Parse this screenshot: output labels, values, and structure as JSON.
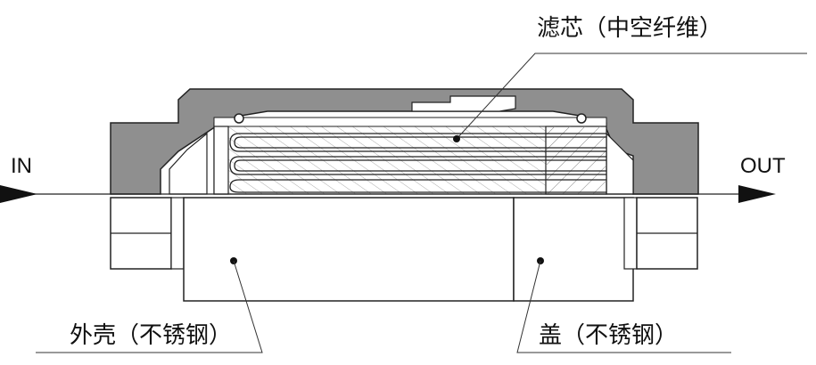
{
  "labels": {
    "filter_core": "滤芯（中空纤维）",
    "housing": "外壳（不锈钢）",
    "cover": "盖（不锈钢）",
    "inlet": "IN",
    "outlet": "OUT"
  },
  "colors": {
    "housing_fill": "#8f8f8f",
    "line": "#222222",
    "background": "#ffffff"
  }
}
